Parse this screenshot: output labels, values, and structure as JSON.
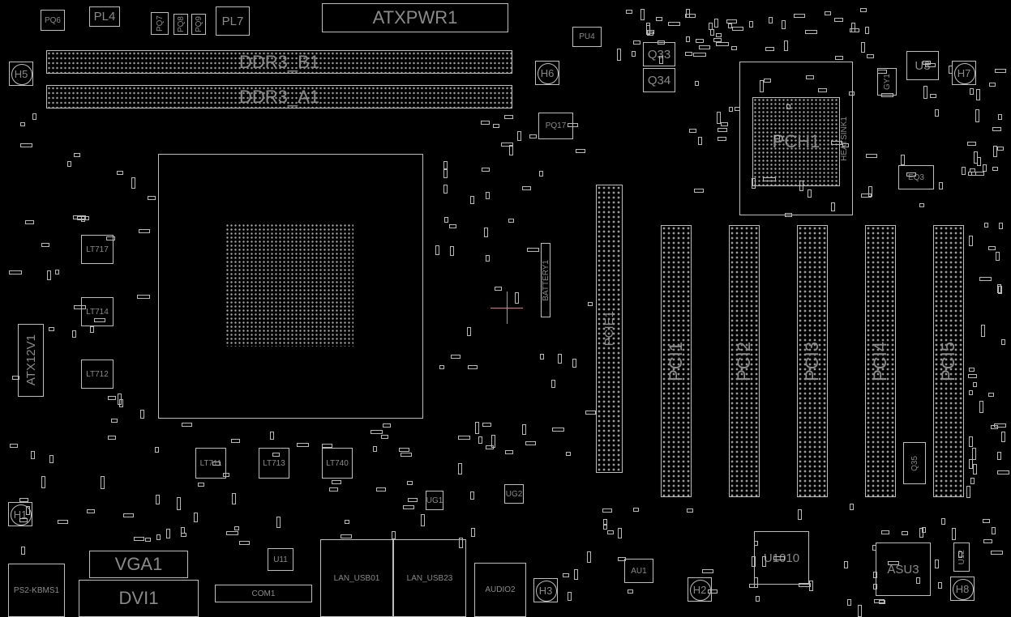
{
  "board": {
    "components": [
      {
        "id": "atxpwr1",
        "label": "ATXPWR1"
      },
      {
        "id": "ddr3-b1",
        "label": "DDR3_B1"
      },
      {
        "id": "ddr3-a1",
        "label": "DDR3_A1"
      },
      {
        "id": "pl4",
        "label": "PL4"
      },
      {
        "id": "pl7",
        "label": "PL7"
      },
      {
        "id": "pq6",
        "label": "PQ6"
      },
      {
        "id": "pq7",
        "label": "PQ7"
      },
      {
        "id": "pq8",
        "label": "PQ8"
      },
      {
        "id": "pq9",
        "label": "PQ9"
      },
      {
        "id": "pu4",
        "label": "PU4"
      },
      {
        "id": "q33",
        "label": "Q33"
      },
      {
        "id": "q34",
        "label": "Q34"
      },
      {
        "id": "pq17",
        "label": "PQ17"
      },
      {
        "id": "u3",
        "label": "U3"
      },
      {
        "id": "gy1",
        "label": "GY1"
      },
      {
        "id": "pch1",
        "label": "PCH1"
      },
      {
        "id": "heatsink1",
        "label": "HEATSINK1"
      },
      {
        "id": "eq3",
        "label": "EQ3"
      },
      {
        "id": "pcie1",
        "label": "PCIE1"
      },
      {
        "id": "pci1",
        "label": "PCI1"
      },
      {
        "id": "pci2",
        "label": "PCI2"
      },
      {
        "id": "pci3",
        "label": "PCI3"
      },
      {
        "id": "pci4",
        "label": "PCI4"
      },
      {
        "id": "pci5",
        "label": "PCI5"
      },
      {
        "id": "battery1",
        "label": "BATTERY1"
      },
      {
        "id": "lt717",
        "label": "LT717"
      },
      {
        "id": "lt714",
        "label": "LT714"
      },
      {
        "id": "lt712",
        "label": "LT712"
      },
      {
        "id": "lt711",
        "label": "LT711"
      },
      {
        "id": "lt713",
        "label": "LT713"
      },
      {
        "id": "lt740",
        "label": "LT740"
      },
      {
        "id": "atx12v1",
        "label": "ATX12V1"
      },
      {
        "id": "q35",
        "label": "Q35"
      },
      {
        "id": "u11",
        "label": "U11"
      },
      {
        "id": "vga1",
        "label": "VGA1"
      },
      {
        "id": "dvi1",
        "label": "DVI1"
      },
      {
        "id": "com1",
        "label": "COM1"
      },
      {
        "id": "lan-usb01",
        "label": "LAN_USB01"
      },
      {
        "id": "lan-usb23",
        "label": "LAN_USB23"
      },
      {
        "id": "audio2",
        "label": "AUDIO2"
      },
      {
        "id": "ps2-kbms1",
        "label": "PS2-KBMS1"
      },
      {
        "id": "au1",
        "label": "AU1"
      },
      {
        "id": "u1010",
        "label": "U1010"
      },
      {
        "id": "asu3",
        "label": "ASU3"
      },
      {
        "id": "u12",
        "label": "U12"
      },
      {
        "id": "ug1",
        "label": "UG1"
      },
      {
        "id": "ug2",
        "label": "UG2"
      },
      {
        "id": "h5",
        "label": "H5"
      },
      {
        "id": "h6",
        "label": "H6"
      },
      {
        "id": "h7",
        "label": "H7"
      },
      {
        "id": "h1",
        "label": "H1"
      },
      {
        "id": "h2",
        "label": "H2"
      },
      {
        "id": "h3",
        "label": "H3"
      },
      {
        "id": "h8",
        "label": "H8"
      }
    ]
  },
  "colors": {
    "background": "#000000",
    "outline": "#bdbdbd",
    "label": "#8a8a8a",
    "cursor": "#c58a9a"
  }
}
